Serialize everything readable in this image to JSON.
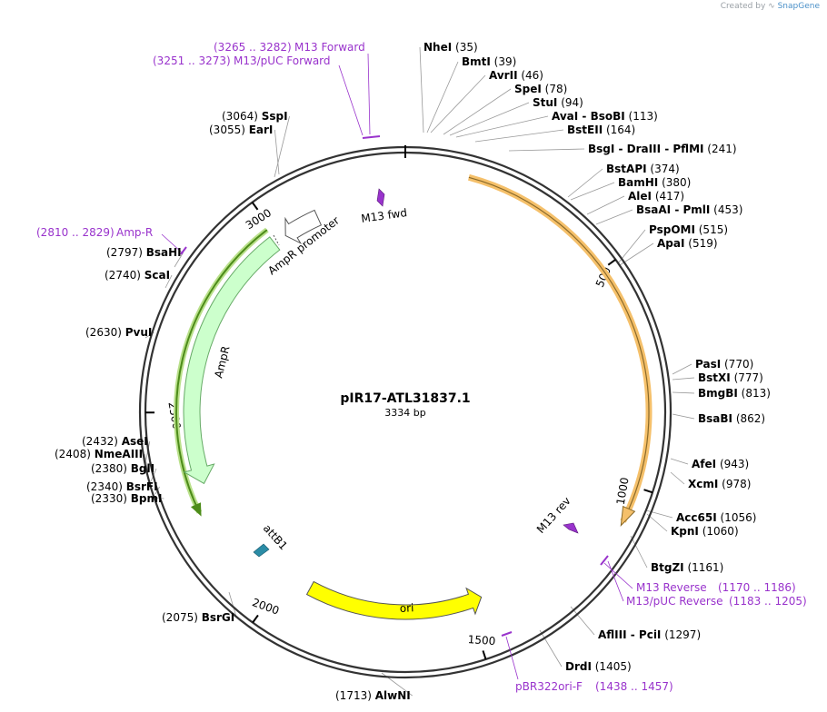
{
  "credit": {
    "prefix": "Created by",
    "brand": "SnapGene"
  },
  "plasmid": {
    "name": "pIR17-ATL31837.1",
    "length_label": "3334 bp",
    "length": 3334
  },
  "ticks": [
    {
      "pos": 500,
      "label": "500"
    },
    {
      "pos": 1000,
      "label": "1000"
    },
    {
      "pos": 1500,
      "label": "1500"
    },
    {
      "pos": 2000,
      "label": "2000"
    },
    {
      "pos": 2500,
      "label": "2500"
    },
    {
      "pos": 3000,
      "label": "3000"
    }
  ],
  "sites": [
    {
      "name": "NheI",
      "pos": "(35)",
      "p": 35
    },
    {
      "name": "BmtI",
      "pos": "(39)",
      "p": 39
    },
    {
      "name": "AvrII",
      "pos": "(46)",
      "p": 46
    },
    {
      "name": "SpeI",
      "pos": "(78)",
      "p": 78
    },
    {
      "name": "StuI",
      "pos": "(94)",
      "p": 94
    },
    {
      "name": "AvaI  - BsoBI",
      "pos": "(113)",
      "p": 113
    },
    {
      "name": "BstEII",
      "pos": "(164)",
      "p": 164
    },
    {
      "name": "BsgI  - DraIII  - PflMI",
      "pos": "(241)",
      "p": 241
    },
    {
      "name": "BstAPI",
      "pos": "(374)",
      "p": 374
    },
    {
      "name": "BamHI",
      "pos": "(380)",
      "p": 380
    },
    {
      "name": "AleI",
      "pos": "(417)",
      "p": 417
    },
    {
      "name": "BsaAI  - PmlI",
      "pos": "(453)",
      "p": 453
    },
    {
      "name": "PspOMI",
      "pos": "(515)",
      "p": 515
    },
    {
      "name": "ApaI",
      "pos": "(519)",
      "p": 519
    },
    {
      "name": "PasI",
      "pos": "(770)",
      "p": 770
    },
    {
      "name": "BstXI",
      "pos": "(777)",
      "p": 777
    },
    {
      "name": "BmgBI",
      "pos": "(813)",
      "p": 813
    },
    {
      "name": "BsaBI",
      "pos": "(862)",
      "p": 862
    },
    {
      "name": "AfeI",
      "pos": "(943)",
      "p": 943
    },
    {
      "name": "XcmI",
      "pos": "(978)",
      "p": 978
    },
    {
      "name": "Acc65I",
      "pos": "(1056)",
      "p": 1056
    },
    {
      "name": "KpnI",
      "pos": "(1060)",
      "p": 1060
    },
    {
      "name": "BtgZI",
      "pos": "(1161)",
      "p": 1161
    },
    {
      "name": "AflIII  - PciI",
      "pos": "(1297)",
      "p": 1297
    },
    {
      "name": "DrdI",
      "pos": "(1405)",
      "p": 1405
    },
    {
      "name": "AlwNI",
      "pos": "(1713)",
      "p": 1713
    },
    {
      "name": "BsrGI",
      "pos": "(2075)",
      "p": 2075
    },
    {
      "name": "BpmI",
      "pos": "(2330)",
      "p": 2330
    },
    {
      "name": "BsrFI",
      "pos": "(2340)",
      "p": 2340
    },
    {
      "name": "BglI",
      "pos": "(2380)",
      "p": 2380
    },
    {
      "name": "NmeAIII",
      "pos": "(2408)",
      "p": 2408
    },
    {
      "name": "AseI",
      "pos": "(2432)",
      "p": 2432
    },
    {
      "name": "PvuI",
      "pos": "(2630)",
      "p": 2630
    },
    {
      "name": "ScaI",
      "pos": "(2740)",
      "p": 2740
    },
    {
      "name": "BsaHI",
      "pos": "(2797)",
      "p": 2797
    },
    {
      "name": "EarI",
      "pos": "(3055)",
      "p": 3055
    },
    {
      "name": "SspI",
      "pos": "(3064)",
      "p": 3064
    }
  ],
  "primers": [
    {
      "name": "M13 Forward",
      "range": "(3265 .. 3282)"
    },
    {
      "name": "M13/pUC Forward",
      "range": "(3251 .. 3273)"
    },
    {
      "name": "Amp-R",
      "range": "(2810 .. 2829)"
    },
    {
      "name": "M13 Reverse",
      "range": "(1170 .. 1186)"
    },
    {
      "name": "M13/pUC Reverse",
      "range": "(1183 .. 1205)"
    },
    {
      "name": "pBR322ori-F",
      "range": "(1438 .. 1457)"
    }
  ],
  "features": {
    "m13_fwd": "M13 fwd",
    "m13_rev": "M13 rev",
    "ampr_promoter": "AmpR promoter",
    "ampr": "AmpR",
    "attb1": "attB1",
    "ori": "ori"
  },
  "colors": {
    "backbone": "#333333",
    "orange_feature": "#f5c06a",
    "ampr_fill": "#ccffcc",
    "ampr_outline": "#66aa66",
    "green_band": "#4d8c1a",
    "ori": "#ffff00",
    "primer": "#9933cc",
    "attb1": "#2b8ca6"
  }
}
